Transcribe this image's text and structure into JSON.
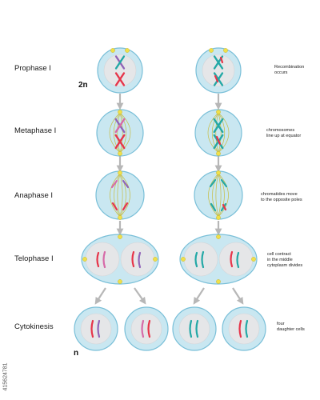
{
  "stages": [
    {
      "id": "prophase",
      "label": "Prophase I",
      "note": "Recombination\noccurs"
    },
    {
      "id": "metaphase",
      "label": "Metaphase I",
      "note": "chromosomes\nline up at equator"
    },
    {
      "id": "anaphase",
      "label": "Anaphase I",
      "note": "chromatides move\nto the opposite poles"
    },
    {
      "id": "telophase",
      "label": "Telophase I",
      "note": "cell contract\nin the middle\ncytoplasm divides"
    },
    {
      "id": "cytokinesis",
      "label": "Cytokinesis",
      "note": "four\ndaughter cells"
    }
  ],
  "ploidy": {
    "start": "2n",
    "end": "n"
  },
  "watermark_id": "415624781",
  "colors": {
    "cell_fill": "#c9e7f1",
    "cell_stroke": "#79bfd8",
    "nucleus": "#e5e6e8",
    "spindle": "#c7bd45",
    "centrosome": "#f0e04a",
    "red": "#e6354a",
    "pink": "#d66aa8",
    "purple": "#9064b8",
    "teal": "#23a8a6",
    "arrow": "#b7b7b7"
  }
}
